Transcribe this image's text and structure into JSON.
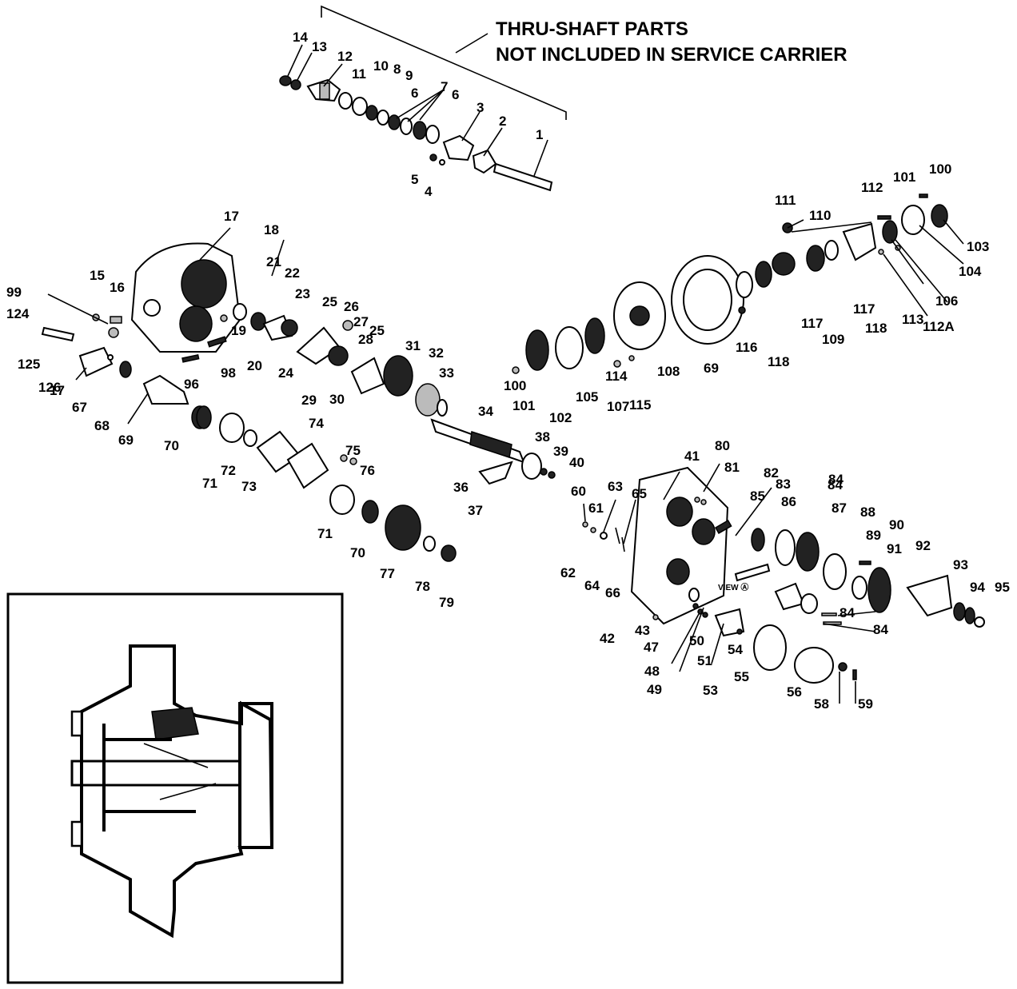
{
  "title": {
    "line1": "THRU-SHAFT PARTS",
    "line2": "NOT INCLUDED IN SERVICE CARRIER"
  },
  "view_label": "VIEW Ⓐ",
  "callouts": [
    "14",
    "13",
    "12",
    "11",
    "10",
    "8",
    "9",
    "7",
    "6",
    "6",
    "3",
    "2",
    "1",
    "5",
    "4",
    "100",
    "101",
    "112",
    "111",
    "110",
    "103",
    "104",
    "106",
    "112A",
    "113",
    "117",
    "117",
    "118",
    "109",
    "118",
    "116",
    "69",
    "17",
    "18",
    "21",
    "22",
    "23",
    "25",
    "26",
    "27",
    "28",
    "25",
    "31",
    "32",
    "33",
    "15",
    "16",
    "99",
    "124",
    "125",
    "126",
    "17",
    "67",
    "68",
    "69",
    "19",
    "20",
    "98",
    "96",
    "24",
    "29",
    "30",
    "100",
    "101",
    "102",
    "105",
    "107",
    "114",
    "115",
    "108",
    "34",
    "38",
    "39",
    "40",
    "36",
    "37",
    "70",
    "71",
    "72",
    "73",
    "74",
    "75",
    "76",
    "71",
    "70",
    "77",
    "78",
    "79",
    "41",
    "80",
    "81",
    "82",
    "85",
    "83",
    "84",
    "86",
    "87",
    "84",
    "88",
    "89",
    "90",
    "91",
    "92",
    "93",
    "94",
    "95",
    "60",
    "61",
    "63",
    "65",
    "62",
    "64",
    "66",
    "42",
    "43",
    "47",
    "48",
    "49",
    "50",
    "51",
    "53",
    "54",
    "55",
    "56",
    "58",
    "59",
    "84",
    "84"
  ]
}
